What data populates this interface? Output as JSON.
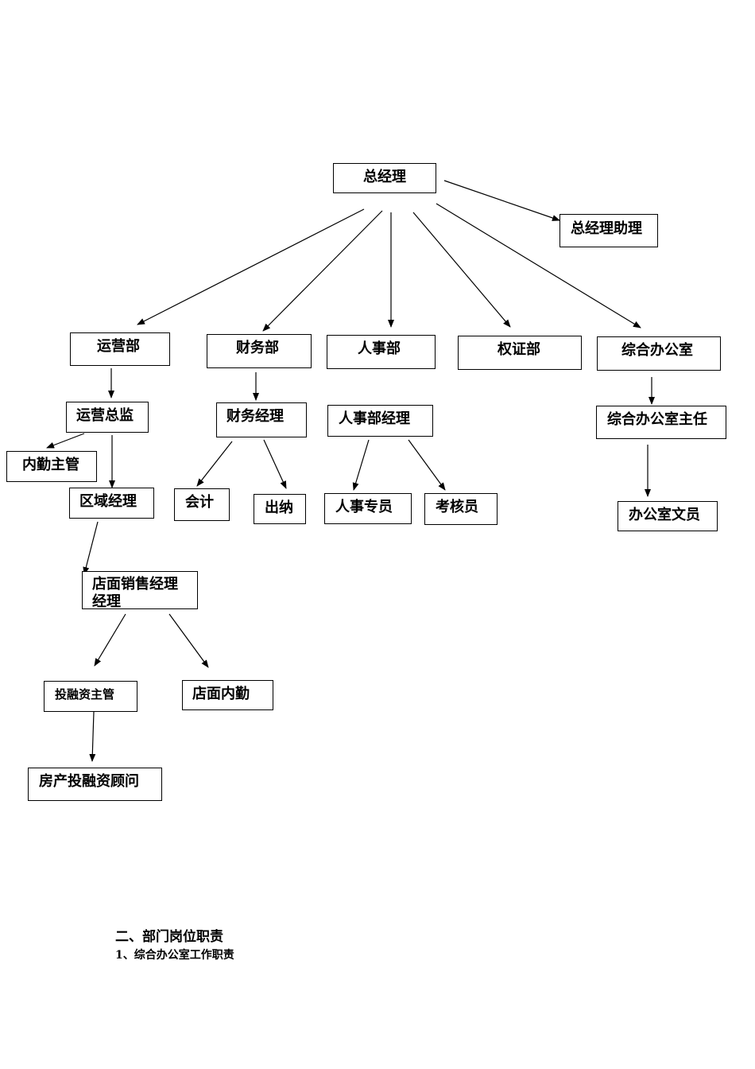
{
  "nodes": {
    "gm": "总经理",
    "gm_assistant": "总经理助理",
    "ops_dept": "运营部",
    "finance_dept": "财务部",
    "hr_dept": "人事部",
    "rights_dept": "权证部",
    "admin_office": "综合办公室",
    "ops_director": "运营总监",
    "office_supervisor": "内勤主管",
    "regional_manager": "区域经理",
    "store_sales_manager": "店面销售经理",
    "store_sales_manager_overflow": "经理",
    "investment_supervisor": "投融资主管",
    "store_clerk": "店面内勤",
    "investment_consultant": "房产投融资顾问",
    "finance_manager": "财务经理",
    "accountant": "会计",
    "cashier": "出纳",
    "hr_manager": "人事部经理",
    "hr_specialist": "人事专员",
    "assessor": "考核员",
    "admin_director": "综合办公室主任",
    "office_clerk": "办公室文员"
  },
  "section": {
    "heading": "二、部门岗位职责",
    "subheading": "1、综合办公室工作职责"
  }
}
